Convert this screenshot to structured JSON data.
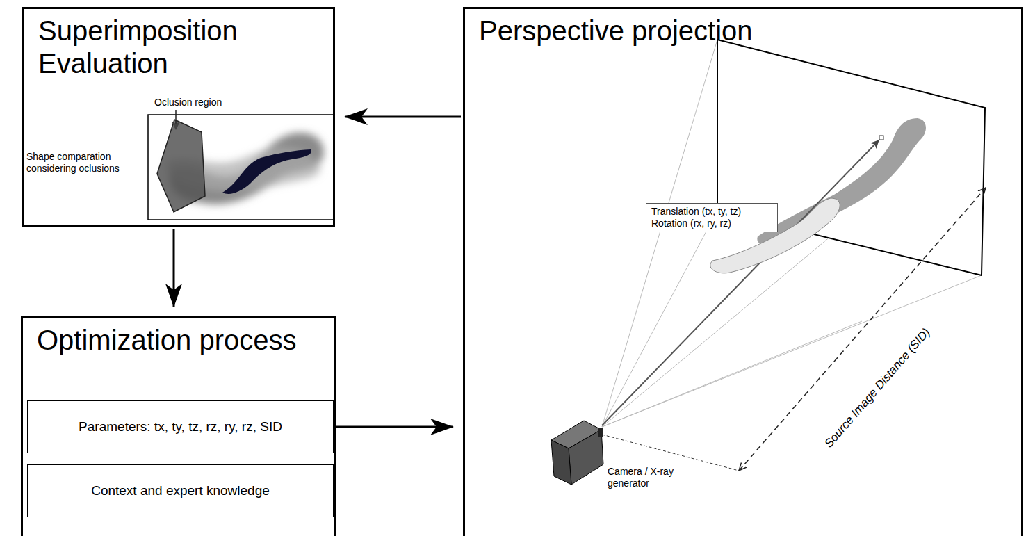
{
  "diagram": {
    "nodes": [
      {
        "text": [
          "Superimposition Evaluation"
        ]
      },
      {
        "text": [
          "Optimization process"
        ]
      },
      {
        "text": [
          "Parameters: tx, ty, tz, rz, ry, rz, SID"
        ],
        "in": 1
      },
      {
        "text": [
          "Context and expert knowledge"
        ],
        "in": 1
      },
      {
        "text": [
          "Perspective projection"
        ]
      },
      {
        "text": [
          "Translation (tx, ty, tz) Rotation (rx, ry, rz)"
        ],
        "in": 4
      }
    ],
    "edges": [
      {
        "from": 4,
        "to": 0,
        "arrow": "to"
      },
      {
        "from": 0,
        "to": 1,
        "arrow": "to"
      },
      {
        "from": 2,
        "to": 4,
        "arrow": "to"
      }
    ],
    "labels": [
      "Oclusion region",
      "Shape comparation considering oclusions",
      "Source Image Distance (SID)",
      "Camera / X-ray generator"
    ]
  }
}
